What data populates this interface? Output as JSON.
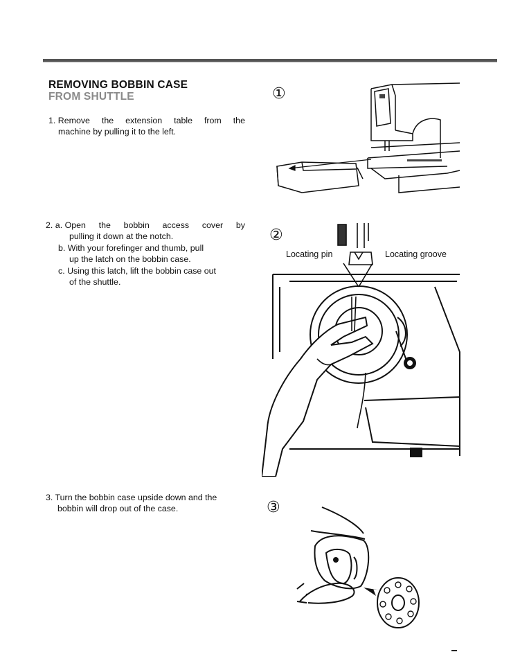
{
  "section": {
    "title_line1": "REMOVING BOBBIN CASE",
    "title_line2": "FROM SHUTTLE"
  },
  "steps": {
    "step1": {
      "num": "1.",
      "line1_words": [
        "Remove",
        "the",
        "extension",
        "table",
        "from",
        "the"
      ],
      "line2": "machine by pulling it to the left."
    },
    "step2": {
      "num": "2.",
      "a_label": "a.",
      "a_line1_words": [
        "Open",
        "the",
        "bobbin",
        "access",
        "cover",
        "by"
      ],
      "a_line2": "pulling it down at the notch.",
      "b_label": "b.",
      "b_line1": "With your forefinger and thumb, pull",
      "b_line2": "up the latch on the bobbin case.",
      "c_label": "c.",
      "c_line1": "Using this latch, lift the bobbin case out",
      "c_line2": "of the shuttle."
    },
    "step3": {
      "num": "3.",
      "line1": "Turn the bobbin case upside down and the",
      "line2": "bobbin will drop out of the case."
    }
  },
  "figures": {
    "fig1_number": "①",
    "fig2_number": "②",
    "fig3_number": "③",
    "locating_pin_label": "Locating pin",
    "locating_groove_label": "Locating groove"
  }
}
